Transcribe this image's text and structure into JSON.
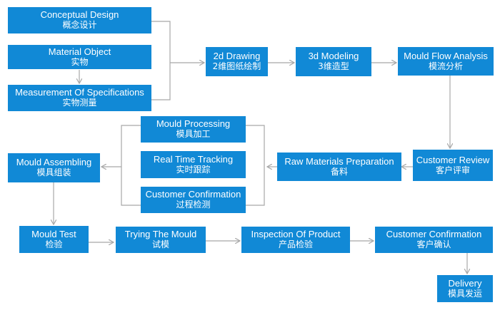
{
  "colors": {
    "box": "#1189d6",
    "text": "#ffffff",
    "connector": "#a8a8a8"
  },
  "nodes": {
    "conceptual_design": {
      "en": "Conceptual Design",
      "zh": "概念设计"
    },
    "material_object": {
      "en": "Material Object",
      "zh": "实物"
    },
    "measurement": {
      "en": "Measurement Of Specifications",
      "zh": "实物测量"
    },
    "drawing_2d": {
      "en": "2d Drawing",
      "zh": "2维图纸绘制"
    },
    "modeling_3d": {
      "en": "3d Modeling",
      "zh": "3维造型"
    },
    "mould_flow": {
      "en": "Mould Flow Analysis",
      "zh": "模流分析"
    },
    "customer_review": {
      "en": "Customer Review",
      "zh": "客户评审"
    },
    "raw_materials": {
      "en": "Raw Materials Preparation",
      "zh": "备料"
    },
    "mould_processing": {
      "en": "Mould Processing",
      "zh": "模具加工"
    },
    "real_time_tracking": {
      "en": "Real Time Tracking",
      "zh": "实时跟踪"
    },
    "customer_confirmation_process": {
      "en": "Customer Confirmation",
      "zh": "过程检测"
    },
    "mould_assembling": {
      "en": "Mould Assembling",
      "zh": "模具组装"
    },
    "mould_test": {
      "en": "Mould Test",
      "zh": "检验"
    },
    "trying_mould": {
      "en": "Trying The Mould",
      "zh": "试模"
    },
    "inspection": {
      "en": "Inspection Of Product",
      "zh": "产品检验"
    },
    "customer_confirmation_final": {
      "en": "Customer Confirmation",
      "zh": "客户确认"
    },
    "delivery": {
      "en": "Delivery",
      "zh": "模具发运"
    }
  }
}
